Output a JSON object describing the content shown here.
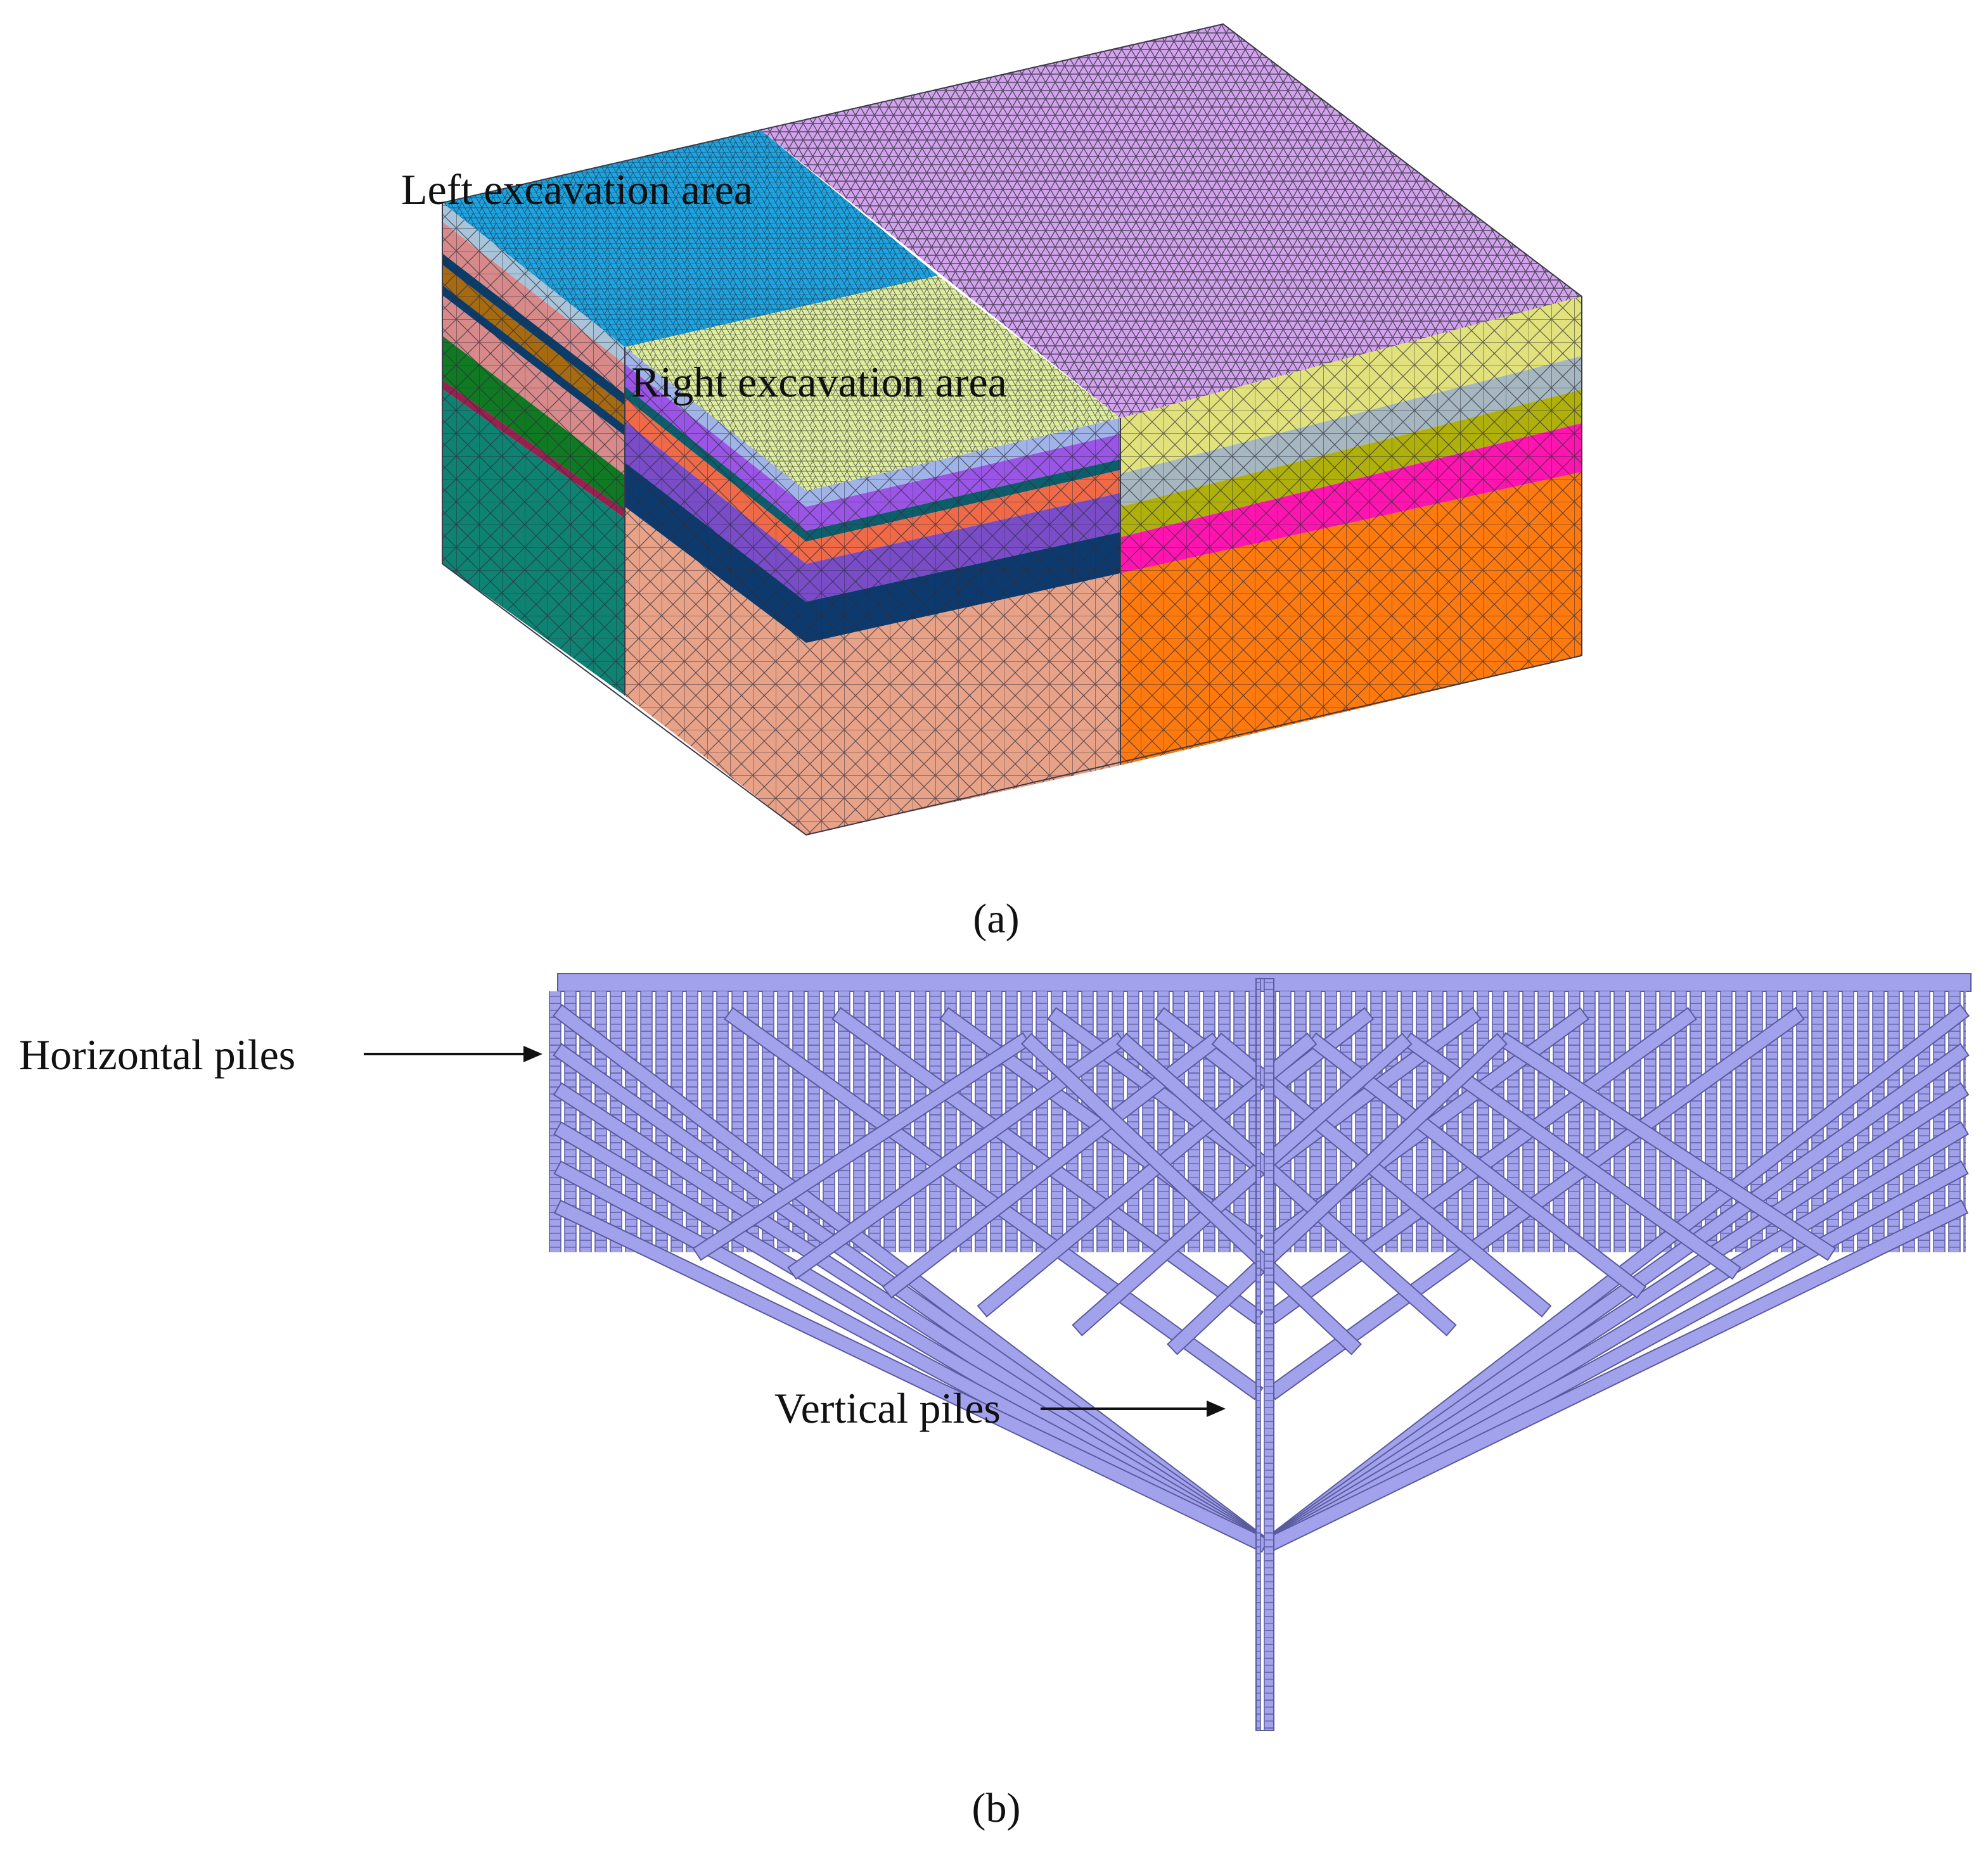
{
  "panel_a": {
    "label_left_area": "Left excavation area",
    "label_right_area": "Right excavation area",
    "caption": "(a)",
    "colors": {
      "left_top": "#1ba6e3",
      "right_top": "#dfee9c",
      "far_top": "#d3a2ec",
      "mesh_line": "#2b2b3a"
    }
  },
  "panel_b": {
    "label_horizontal": "Horizontal piles",
    "label_vertical": "Vertical piles",
    "caption": "(b)",
    "pile_color": "#a2a2ec"
  }
}
